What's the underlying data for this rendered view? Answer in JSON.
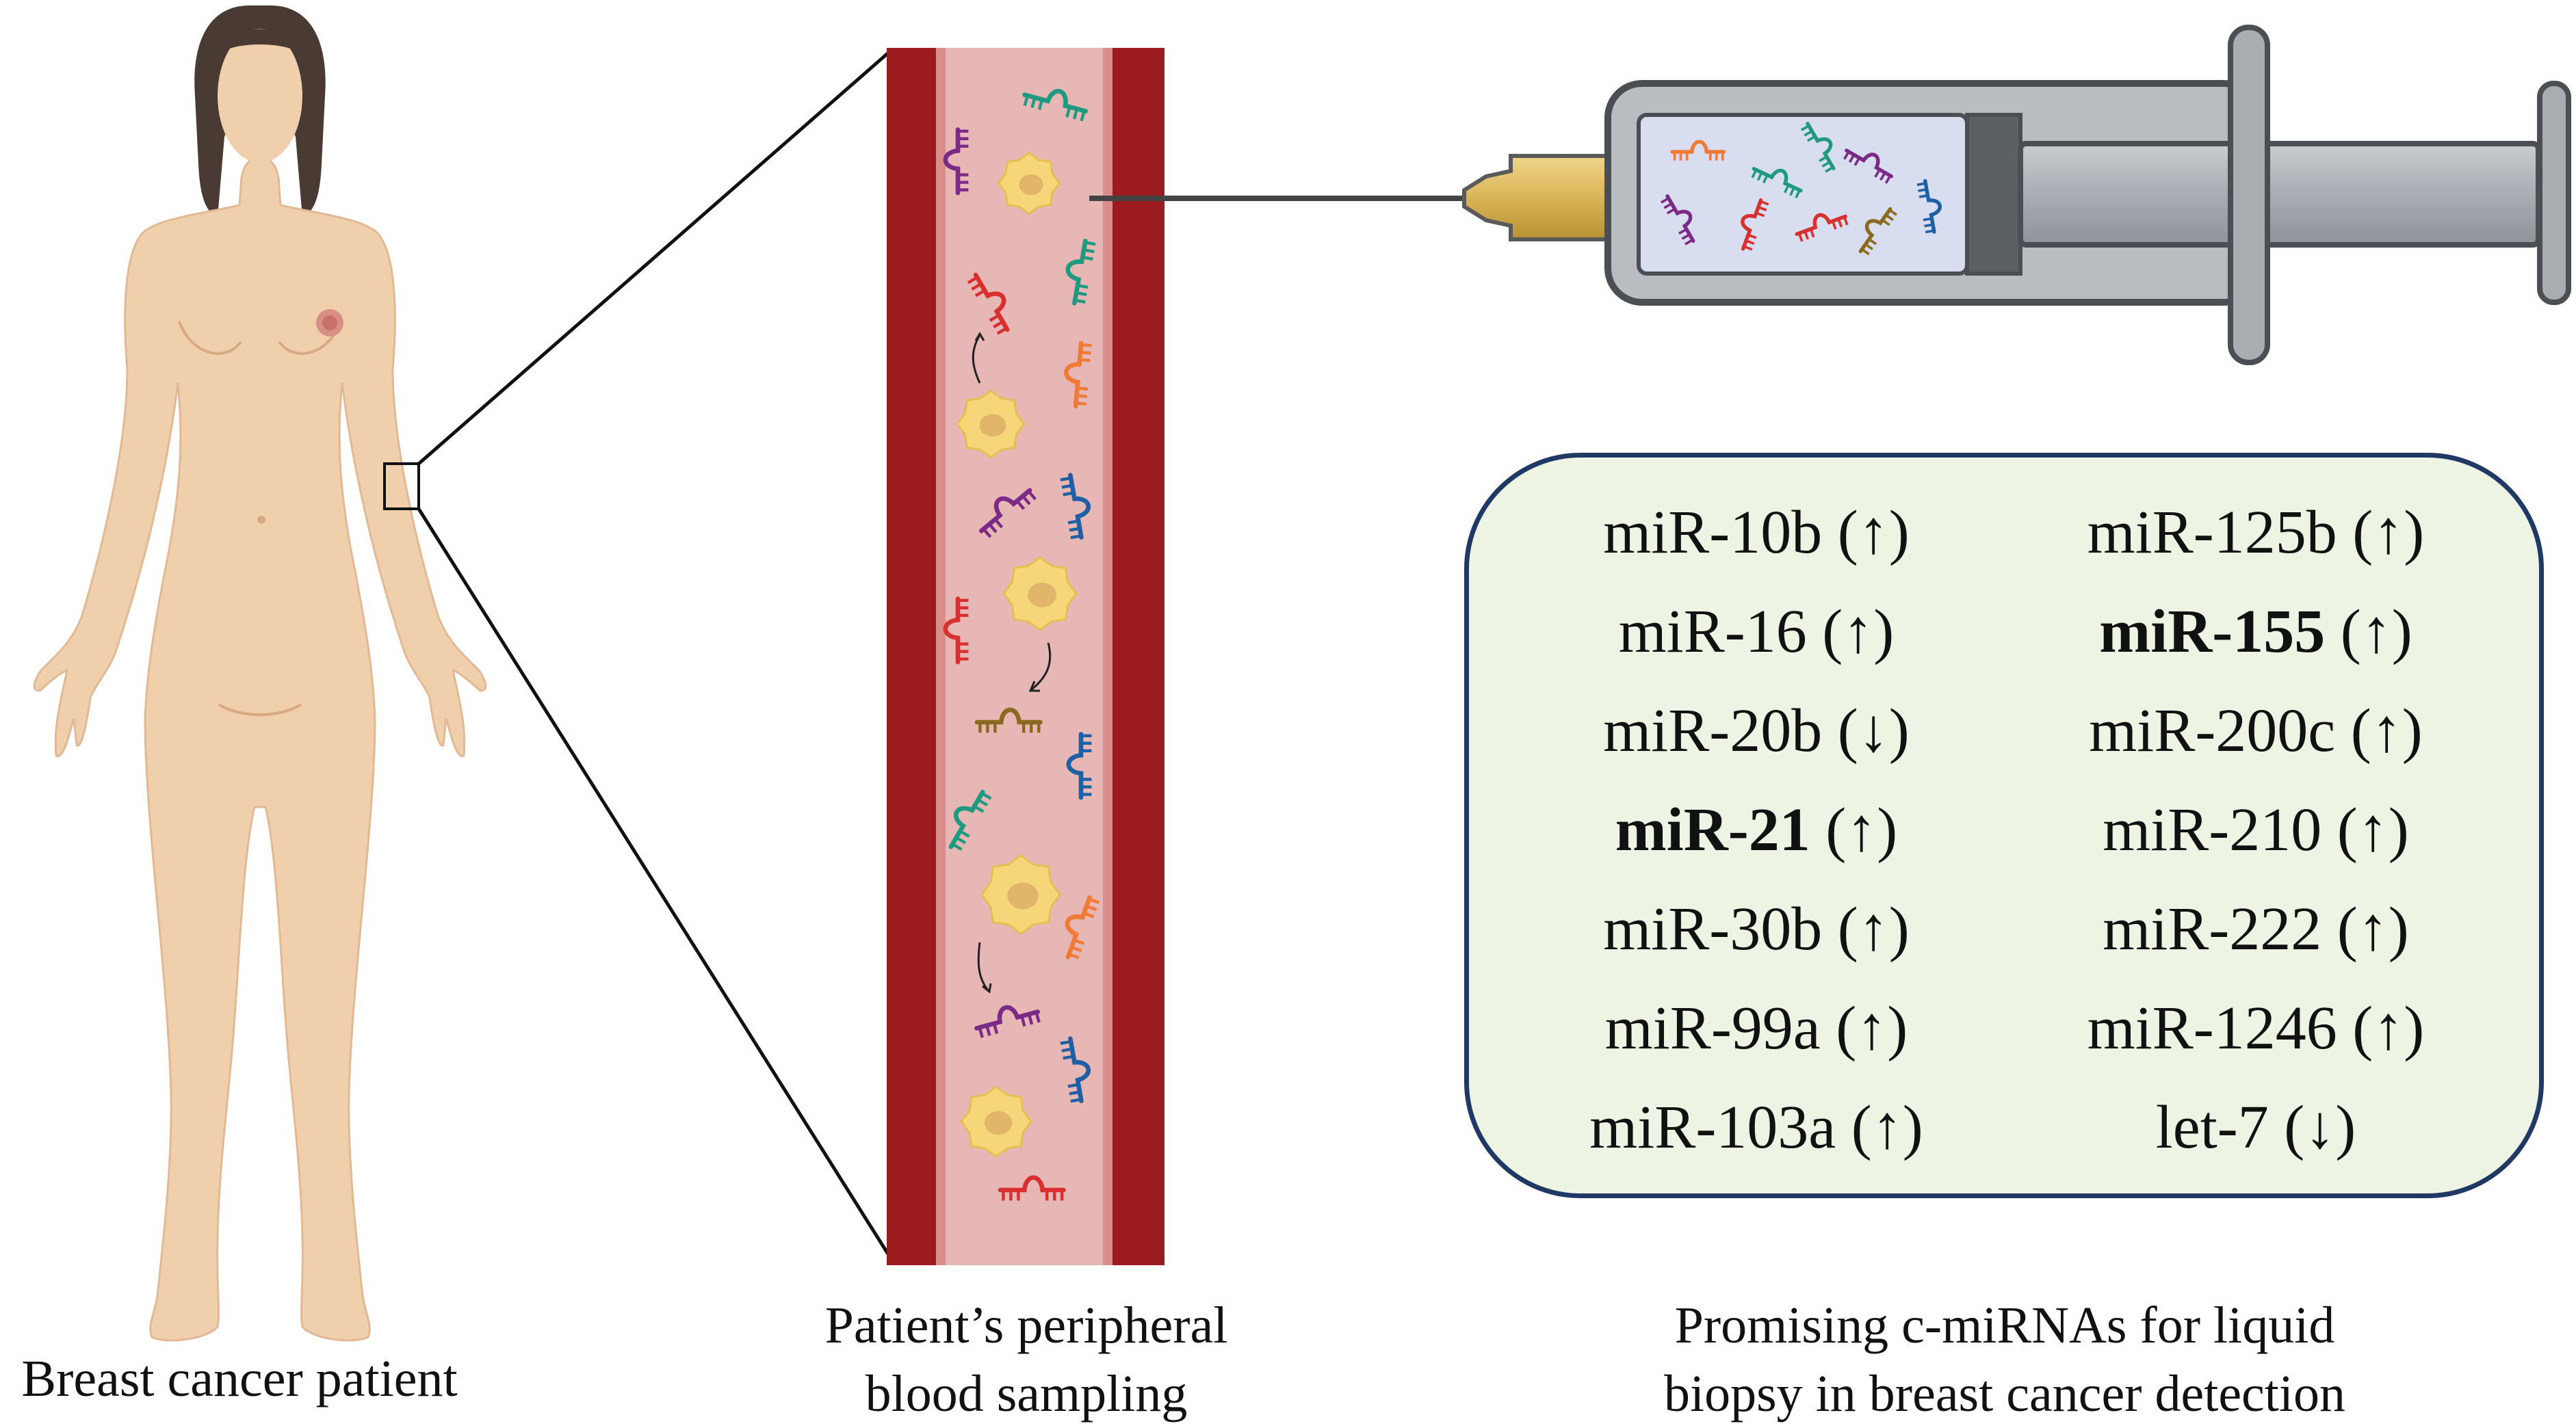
{
  "colors": {
    "skin": "#f0cfac",
    "vessel_wall": "#9c1b1f",
    "vessel_lumen": "#e7b7b6",
    "box_border": "#1f3864",
    "box_fill": "#eef4e4"
  },
  "captions": {
    "patient": "Breast cancer patient",
    "blood_line1": "Patient’s peripheral",
    "blood_line2": "blood sampling",
    "mirna_line1": "Promising c-miRNAs for liquid",
    "mirna_line2": "biopsy in breast cancer detection"
  },
  "mirnas": {
    "left": [
      {
        "name": "miR-10b",
        "arrow": "(↑)",
        "bold": false
      },
      {
        "name": "miR-16",
        "arrow": "(↑)",
        "bold": false
      },
      {
        "name": "miR-20b",
        "arrow": "(↓)",
        "bold": false
      },
      {
        "name": "miR-21",
        "arrow": "(↑)",
        "bold": true
      },
      {
        "name": "miR-30b",
        "arrow": "(↑)",
        "bold": false
      },
      {
        "name": "miR-99a",
        "arrow": "(↑)",
        "bold": false
      },
      {
        "name": "miR-103a",
        "arrow": "(↑)",
        "bold": false
      }
    ],
    "right": [
      {
        "name": "miR-125b",
        "arrow": "(↑)",
        "bold": false
      },
      {
        "name": "miR-155",
        "arrow": "(↑)",
        "bold": true
      },
      {
        "name": "miR-200c",
        "arrow": "(↑)",
        "bold": false
      },
      {
        "name": "miR-210",
        "arrow": "(↑)",
        "bold": false
      },
      {
        "name": "miR-222",
        "arrow": "(↑)",
        "bold": false
      },
      {
        "name": "miR-1246",
        "arrow": "(↑)",
        "bold": false
      },
      {
        "name": "let-7",
        "arrow": "(↓)",
        "bold": false
      }
    ]
  }
}
